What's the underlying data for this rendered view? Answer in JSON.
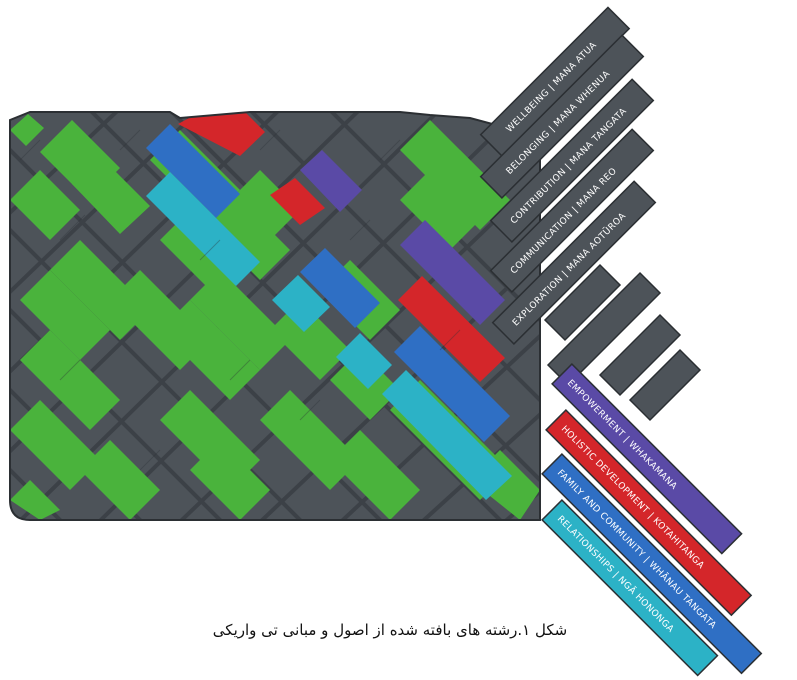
{
  "colors": {
    "grey": "#4d5359",
    "green": "#4ab33c",
    "red": "#d4262a",
    "blue": "#2f6fc4",
    "cyan": "#2cb2c6",
    "purple": "#5a4aa6"
  },
  "strands": {
    "principles_upper": [
      "WELLBEING | MANA ATUA",
      "BELONGING | MANA WHENUA",
      "CONTRIBUTION | MANA TANGATA",
      "COMMUNICATION | MANA REO",
      "EXPLORATION | MANA AOTŪROA"
    ],
    "principles_lower": [
      {
        "label": "EMPOWERMENT | WHAKAMANA",
        "color": "purple"
      },
      {
        "label": "HOLISTIC DEVELOPMENT | KOTAHITANGA",
        "color": "red"
      },
      {
        "label": "FAMILY AND COMMUNITY | WHĀNAU TANGATA",
        "color": "blue"
      },
      {
        "label": "RELATIONSHIPS | NGĀ HONONGA",
        "color": "cyan"
      }
    ]
  },
  "caption": "شکل ۱.رشته های بافته شده از اصول و مبانی تی واریکی"
}
